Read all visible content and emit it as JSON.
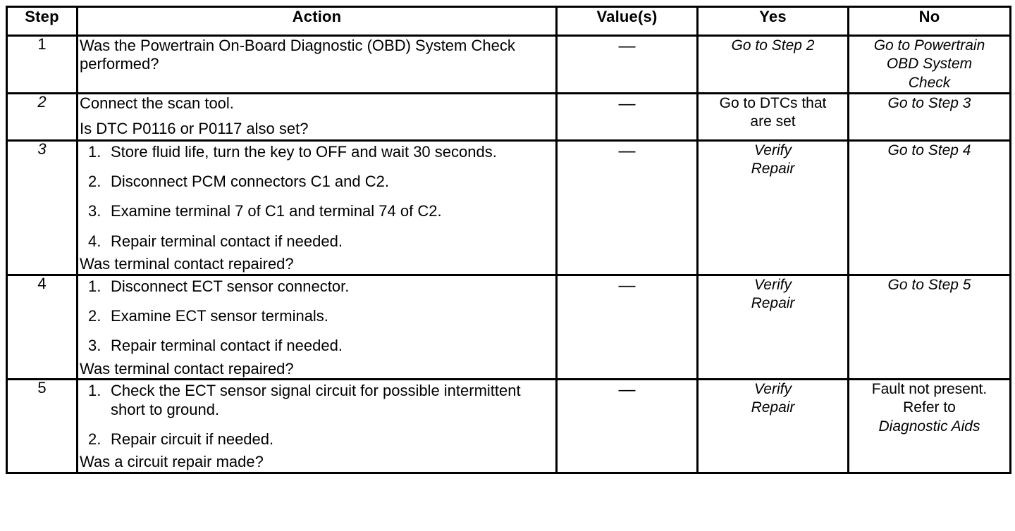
{
  "table": {
    "headers": {
      "step": "Step",
      "action": "Action",
      "value": "Value(s)",
      "yes": "Yes",
      "no": "No"
    },
    "rows": [
      {
        "step": "1",
        "action": {
          "intro": [
            "Was the Powertrain On-Board Diagnostic (OBD) System Check performed?"
          ],
          "list": [],
          "closing": ""
        },
        "value": "—",
        "yes": {
          "line1": "Go to Step 2",
          "line2": "",
          "line3": ""
        },
        "no": {
          "line1": "Go to Powertrain",
          "line2": "OBD System",
          "line3": "Check"
        }
      },
      {
        "step": "2",
        "action": {
          "intro": [
            "Connect the scan tool.",
            "Is DTC P0116 or P0117 also set?"
          ],
          "list": [],
          "closing": ""
        },
        "value": "—",
        "yes": {
          "line1": "Go to DTCs that",
          "line2": "are set",
          "line3": ""
        },
        "no": {
          "line1": "Go to Step 3",
          "line2": "",
          "line3": ""
        }
      },
      {
        "step": "3",
        "action": {
          "intro": [],
          "list": [
            {
              "mark": "1.",
              "text": "Store fluid life, turn the key to OFF and wait 30 seconds."
            },
            {
              "mark": "2.",
              "text": "Disconnect PCM connectors C1 and C2."
            },
            {
              "mark": "3.",
              "text": "Examine terminal 7 of C1 and terminal 74 of C2."
            },
            {
              "mark": "4.",
              "text": "Repair terminal contact if needed."
            }
          ],
          "closing": "Was terminal contact repaired?"
        },
        "value": "—",
        "yes": {
          "line1": "Verify",
          "line2": "Repair",
          "line3": ""
        },
        "no": {
          "line1": "Go to Step 4",
          "line2": "",
          "line3": ""
        }
      },
      {
        "step": "4",
        "action": {
          "intro": [],
          "list": [
            {
              "mark": "1.",
              "text": "Disconnect ECT sensor connector."
            },
            {
              "mark": "2.",
              "text": "Examine ECT sensor terminals."
            },
            {
              "mark": "3.",
              "text": "Repair terminal contact if needed."
            }
          ],
          "closing": "Was terminal contact repaired?"
        },
        "value": "—",
        "yes": {
          "line1": "Verify",
          "line2": "Repair",
          "line3": ""
        },
        "no": {
          "line1": "Go to Step 5",
          "line2": "",
          "line3": ""
        }
      },
      {
        "step": "5",
        "action": {
          "intro": [],
          "list": [
            {
              "mark": "1.",
              "text": "Check the ECT sensor signal circuit for possible intermittent short to ground."
            },
            {
              "mark": "2.",
              "text": "Repair circuit if needed."
            }
          ],
          "closing": "Was a circuit repair made?"
        },
        "value": "—",
        "yes": {
          "line1": "Verify",
          "line2": "Repair",
          "line3": ""
        },
        "no": {
          "line1": "Fault not present.",
          "line2": "Refer to",
          "line3": "Diagnostic Aids"
        }
      }
    ]
  }
}
